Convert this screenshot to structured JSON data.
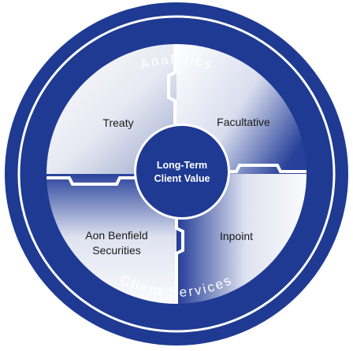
{
  "ring": {
    "top_label": "Analytics",
    "bottom_label": "Client Services"
  },
  "segments": {
    "top_left": "Treaty",
    "top_right": "Facultative",
    "bottom_left_line1": "Aon Benfield",
    "bottom_left_line2": "Securities",
    "bottom_right": "Inpoint"
  },
  "center": {
    "line1": "Long-Term",
    "line2": "Client Value"
  },
  "colors": {
    "navy": "#1f3a93",
    "navy_dark": "#17307f",
    "segment_light": "#ffffff"
  }
}
